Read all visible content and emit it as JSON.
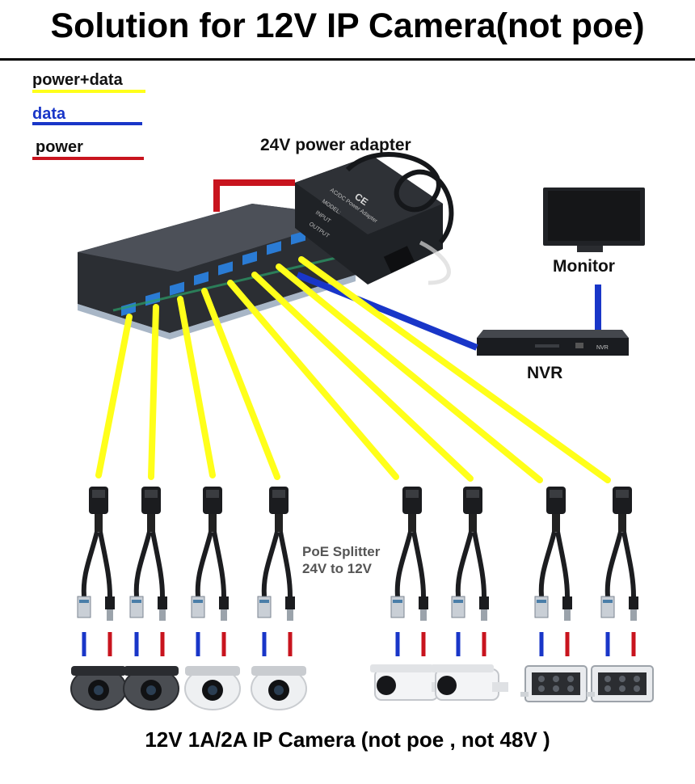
{
  "title": "Solution for 12V IP Camera(not poe)",
  "legend": {
    "power_data": "power+data",
    "data": "data",
    "power": "power"
  },
  "colors": {
    "power_data": "#ffff1a",
    "data": "#1936c8",
    "power": "#c8141e"
  },
  "labels": {
    "adapter": "24V power adapter",
    "monitor": "Monitor",
    "nvr": "NVR",
    "splitter_line1": "PoE Splitter",
    "splitter_line2": "24V to 12V"
  },
  "adapter_print": {
    "ce": "CE",
    "brand": "AC/DC Power Adapter",
    "model": "MODEL:",
    "input": "INPUT",
    "output": "OUTPUT",
    "nvr_brand": "NVR"
  },
  "footer": "12V 1A/2A IP Camera (not poe , not 48V )",
  "cameras": [
    {
      "type": "dome-dark"
    },
    {
      "type": "dome-dark"
    },
    {
      "type": "dome-white"
    },
    {
      "type": "dome-white"
    },
    {
      "type": "bullet"
    },
    {
      "type": "bullet"
    },
    {
      "type": "box"
    },
    {
      "type": "box"
    }
  ]
}
